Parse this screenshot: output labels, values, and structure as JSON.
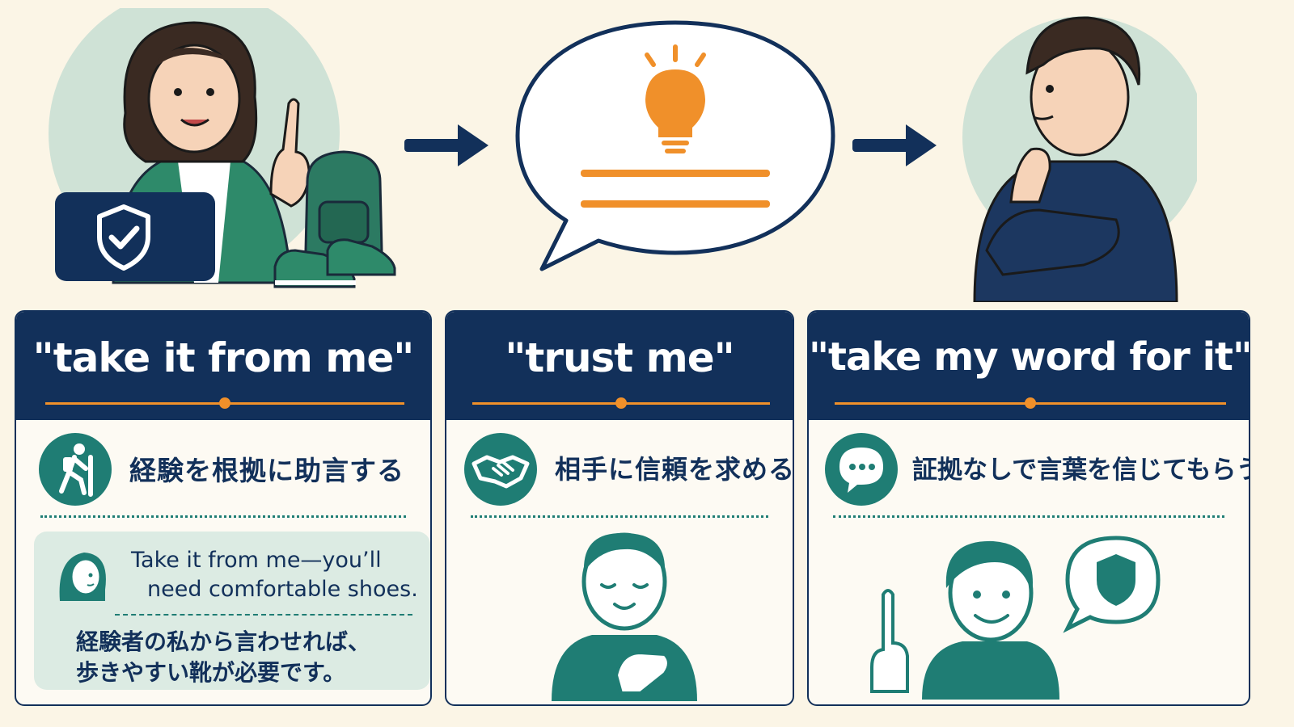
{
  "cards": [
    {
      "title": "\"take it from me\"",
      "meaning": "経験を根拠に助言する",
      "meaning_icon": "hiker-icon",
      "example": {
        "en_line1": "Take it from me—you’ll",
        "en_line2": "need comfortable shoes.",
        "ja_line1": "経験者の私から言わせれば、",
        "ja_line2": "歩きやすい靴が必要です。"
      }
    },
    {
      "title": "\"trust me\"",
      "meaning": "相手に信頼を求める",
      "meaning_icon": "handshake-icon"
    },
    {
      "title": "\"take my word for it\"",
      "meaning": "証拠なしで言葉を信じてもらう",
      "meaning_icon": "speech-bubble-icon"
    }
  ],
  "colors": {
    "navy": "#12305a",
    "teal": "#1f7d74",
    "orange": "#f0902a",
    "background": "#fbf5e6",
    "green_jacket": "#2e8a6a"
  }
}
